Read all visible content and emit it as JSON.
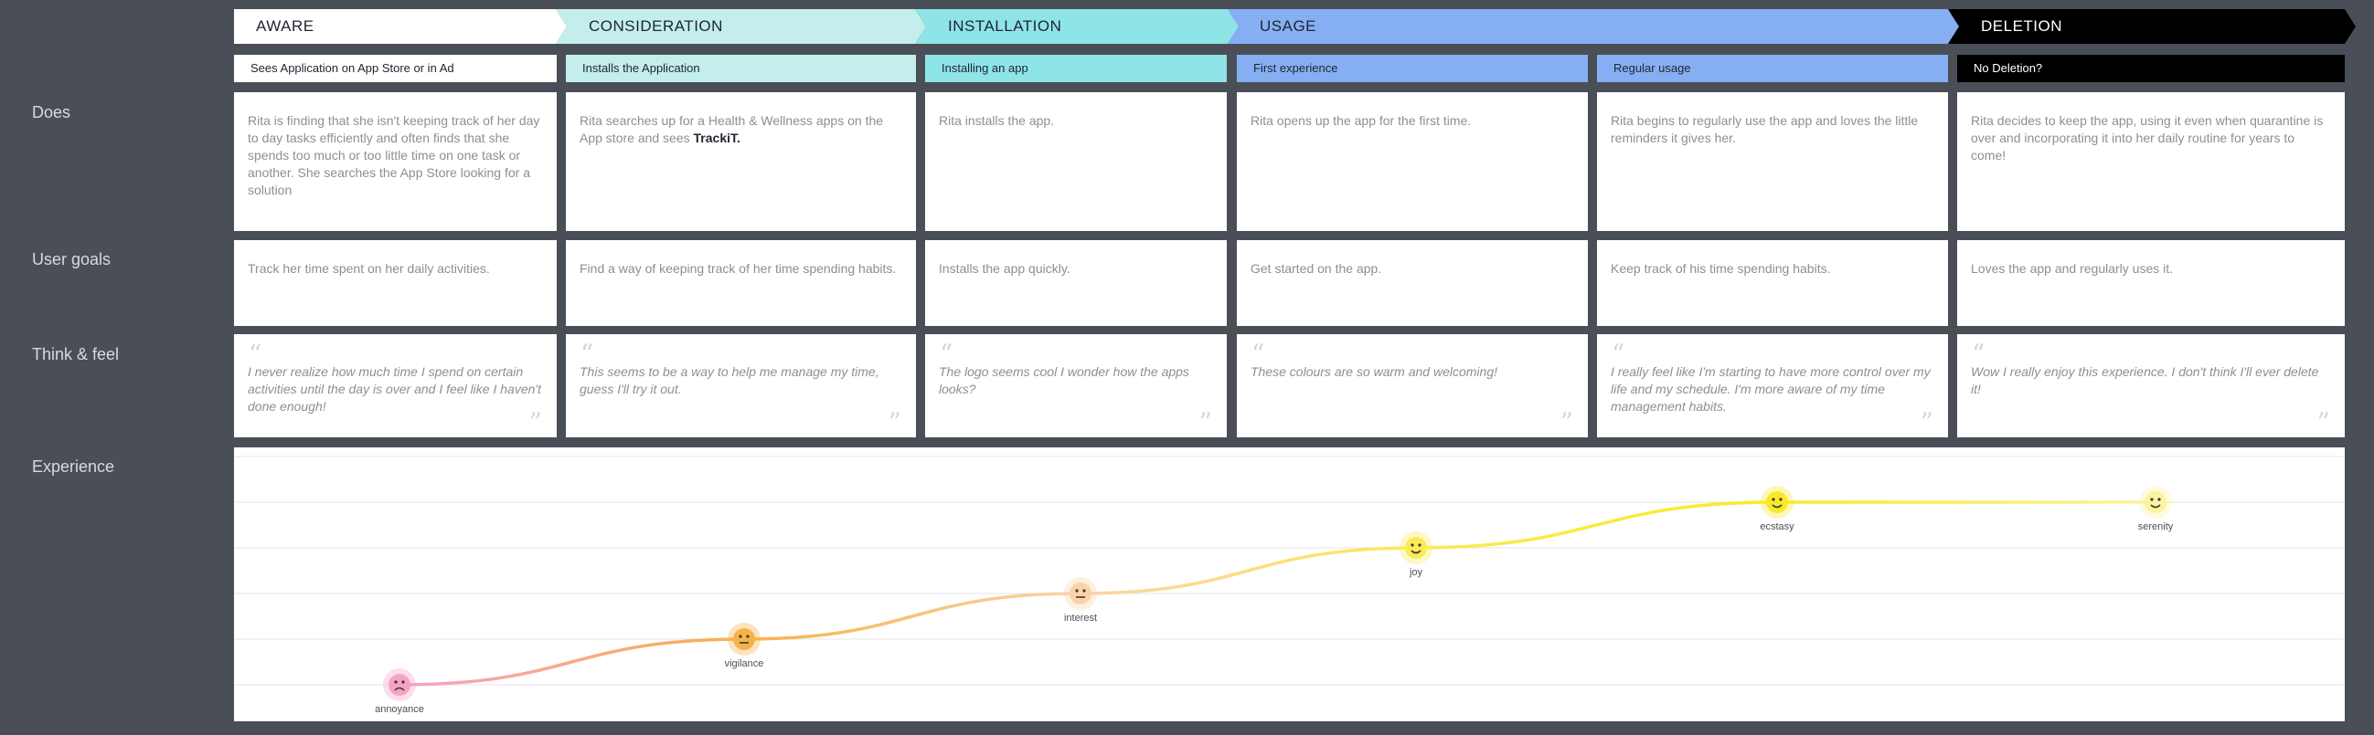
{
  "phases": [
    {
      "name": "AWARE",
      "color": "#ffffff",
      "text_color": "#1f2430"
    },
    {
      "name": "CONSIDERATION",
      "color": "#c3eeec",
      "text_color": "#1f2430"
    },
    {
      "name": "INSTALLATION",
      "color": "#8fe4e8",
      "text_color": "#1f2430"
    },
    {
      "name": "USAGE",
      "color": "#86aff3",
      "text_color": "#1f2430"
    },
    {
      "name": "DELETION",
      "color": "#000000",
      "text_color": "#ffffff"
    }
  ],
  "stages": [
    {
      "label": "Sees Application on App Store or in Ad",
      "color": "#ffffff",
      "text_color": "#1f2430"
    },
    {
      "label": "Installs the Application",
      "color": "#c3eeec",
      "text_color": "#1f2430"
    },
    {
      "label": "Installing an app",
      "color": "#8fe4e8",
      "text_color": "#1f2430"
    },
    {
      "label": "First experience",
      "color": "#86aff3",
      "text_color": "#1f2430"
    },
    {
      "label": "Regular usage",
      "color": "#86aff3",
      "text_color": "#1f2430"
    },
    {
      "label": "No Deletion?",
      "color": "#000000",
      "text_color": "#ffffff"
    }
  ],
  "rows": {
    "does": "Does",
    "goals": "User goals",
    "think": "Think & feel",
    "experience": "Experience"
  },
  "does": [
    {
      "text": "Rita is finding that she isn't keeping track of her day to day tasks efficiently and often finds that she spends too much or too little time on one task or another. She searches the App Store looking for a solution"
    },
    {
      "text": "Rita searches up for a Health & Wellness apps on the App store and sees ",
      "bold": "TrackiT."
    },
    {
      "text": "Rita installs the app."
    },
    {
      "text": "Rita opens up the app for the first time."
    },
    {
      "text": "Rita begins to regularly use the app and loves the little reminders it gives her."
    },
    {
      "text": "Rita decides to keep the app, using it even when quarantine is over and incorporating it into her daily routine for years to come!"
    }
  ],
  "goals": [
    "Track her time spent on her daily activities.",
    "Find a way of keeping track of her time spending habits.",
    "Installs the app quickly.",
    "Get started on the app.",
    "Keep track of his time spending habits.",
    "Loves the app and regularly uses it."
  ],
  "thinks": [
    "I never realize how much time I spend on certain activities until the day is over and I feel like I haven't done enough!",
    "This seems to be a way to help me manage my time, guess I'll try it out.",
    "The logo seems cool I wonder how the apps looks?",
    "These colours are so warm and welcoming!",
    "I really feel like I'm starting to have more control over my life and my schedule. I'm more aware of my time management habits.",
    "Wow I really enjoy this experience. I don't think I'll ever delete it!"
  ],
  "quote_marks": {
    "open": "“",
    "close": "”"
  },
  "experience": {
    "levels": 6,
    "points": [
      {
        "emotion": "annoyance",
        "level": 1,
        "color": "#f6a3c6",
        "icon": "sad-face-icon"
      },
      {
        "emotion": "vigilance",
        "level": 2,
        "color": "#f6b24a",
        "icon": "worried-face-icon"
      },
      {
        "emotion": "interest",
        "level": 3,
        "color": "#fbd3a8",
        "icon": "neutral-face-icon"
      },
      {
        "emotion": "joy",
        "level": 4,
        "color": "#fbea55",
        "icon": "smile-face-icon"
      },
      {
        "emotion": "ecstasy",
        "level": 5,
        "color": "#f8ea28",
        "icon": "grin-face-icon"
      },
      {
        "emotion": "serenity",
        "level": 5,
        "color": "#fbf3a0",
        "icon": "content-face-icon"
      }
    ]
  }
}
